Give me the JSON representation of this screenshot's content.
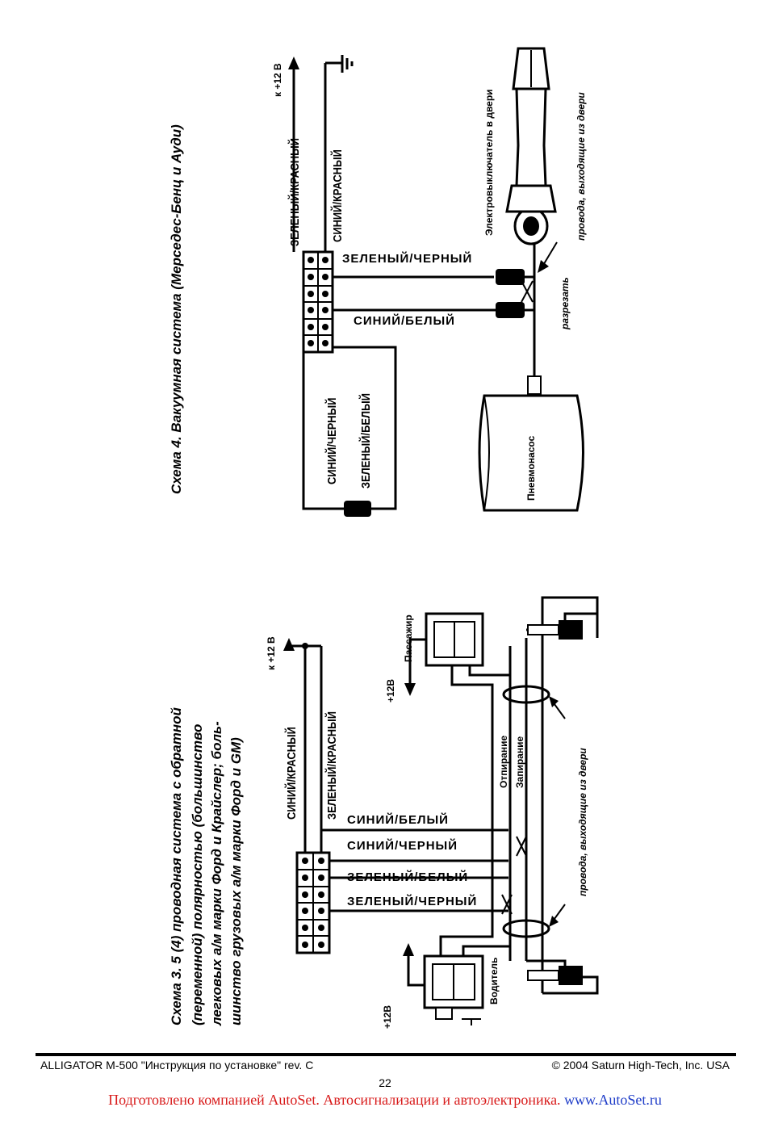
{
  "scheme4": {
    "caption": "Схема 4. Вакуумная система (Мерседес-Бенц и Ауди)",
    "wires_top": [
      "ЗЕЛЕНЫЙ/КРАСНЫЙ",
      "СИНИЙ/КРАСНЫЙ"
    ],
    "wires_bottom": [
      "СИНИЙ/ЧЕРНЫЙ",
      "ЗЕЛЕНЫЙ/БЕЛЫЙ"
    ],
    "plus12": "к +12 В",
    "wire_green_black": "ЗЕЛЕНЫЙ/ЧЕРНЫЙ",
    "wire_blue_white": "СИНИЙ/БЕЛЫЙ",
    "switch_label": "Электровыключатель в двери",
    "door_wires": "провода, выходящие из двери",
    "cut": "разрезать",
    "pump": "Пневмонасос"
  },
  "scheme3": {
    "caption": [
      "Схема 3. 5 (4) проводная система с обратной",
      "(переменной) полярностью (большинство",
      "легковых а/м марки Форд и Крайслер; боль-",
      "шинство грузовых а/м марки Форд и GM)"
    ],
    "wires_top": [
      "СИНИЙ/КРАСНЫЙ",
      "ЗЕЛЕНЫЙ/КРАСНЫЙ"
    ],
    "plus12": "к +12 В",
    "wire_blue_white": "СИНИЙ/БЕЛЫЙ",
    "wire_blue_black": "СИНИЙ/ЧЕРНЫЙ",
    "wire_green_white": "ЗЕЛЕНЫЙ/БЕЛЫЙ",
    "wire_green_black": "ЗЕЛЕНЫЙ/ЧЕРНЫЙ",
    "unlock": "Отпирание",
    "lock": "Запирание",
    "door_wires": "провода, выходящие из двери",
    "passenger": "Пассажир",
    "driver": "Водитель",
    "plus12_passenger": "+12В",
    "plus12_driver": "+12В"
  },
  "footer": {
    "left": "ALLIGATOR M-500 \"Инструкция по установке\" rev. C",
    "right": "© 2004 Saturn High-Tech, Inc. USA",
    "page": "22"
  },
  "promo": {
    "text": "Подготовлено компанией AutoSet. Автосигнализации и автоэлектроника. ",
    "url": "www.AutoSet.ru",
    "text_color": "#d81a1a",
    "url_color": "#1e3cc8"
  }
}
